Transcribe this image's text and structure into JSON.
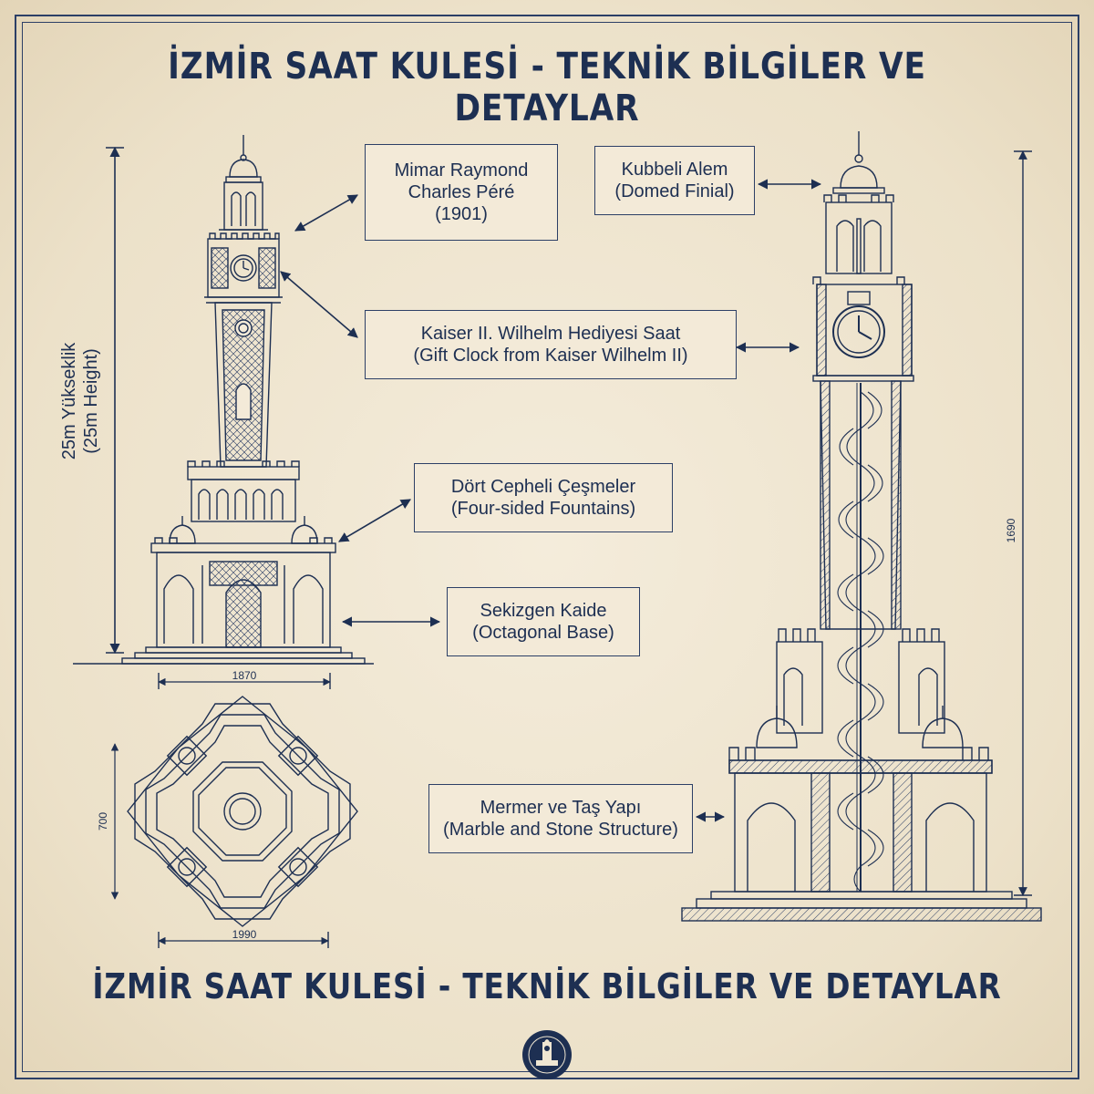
{
  "title_top": "İZMİR SAAT KULESİ - TEKNİK BİLGİLER VE DETAYLAR",
  "title_bottom": "İZMİR SAAT KULESİ - TEKNİK BİLGİLER VE DETAYLAR",
  "height_label": {
    "line1": "25m Yükseklik",
    "line2": "(25m Height)"
  },
  "callouts": {
    "architect": {
      "line1": "Mimar Raymond",
      "line2": "Charles Péré",
      "line3": "(1901)"
    },
    "clock": {
      "line1": "Kaiser II. Wilhelm Hediyesi Saat",
      "line2": "(Gift Clock from Kaiser Wilhelm II)"
    },
    "fountains": {
      "line1": "Dört Cepheli Çeşmeler",
      "line2": "(Four-sided Fountains)"
    },
    "base": {
      "line1": "Sekizgen Kaide",
      "line2": "(Octagonal Base)"
    },
    "finial": {
      "line1": "Kubbeli Alem",
      "line2": "(Domed Finial)"
    },
    "structure": {
      "line1": "Mermer ve Taş Yapı",
      "line2": "(Marble and Stone Structure)"
    }
  },
  "dimensions": {
    "elevation_width": "1870",
    "plan_width": "1990",
    "plan_depth": "700",
    "section_height": "1690"
  },
  "colors": {
    "ink": "#1d2f52",
    "paper": "#efe6d2"
  },
  "icons": [
    "double-arrow-icon",
    "clock-face-icon",
    "seal-icon"
  ]
}
